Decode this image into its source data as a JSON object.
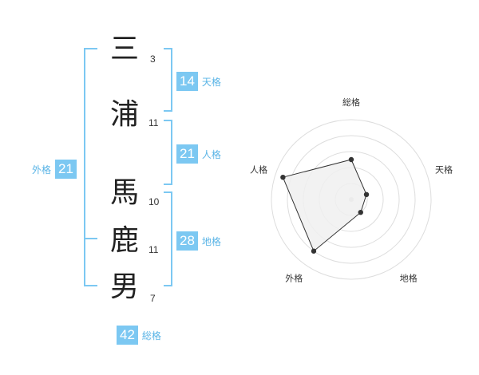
{
  "name_chars": [
    {
      "char": "三",
      "strokes": "3"
    },
    {
      "char": "浦",
      "strokes": "11"
    },
    {
      "char": "馬",
      "strokes": "10"
    },
    {
      "char": "鹿",
      "strokes": "11"
    },
    {
      "char": "男",
      "strokes": "7"
    }
  ],
  "kaku": {
    "tenkaku": {
      "value": "14",
      "label": "天格"
    },
    "jinkaku": {
      "value": "21",
      "label": "人格"
    },
    "chikaku": {
      "value": "28",
      "label": "地格"
    },
    "gaikaku": {
      "value": "21",
      "label": "外格"
    },
    "soukaku": {
      "value": "42",
      "label": "総格"
    }
  },
  "radar": {
    "axes": [
      "総格",
      "天格",
      "地格",
      "外格",
      "人格"
    ],
    "values": [
      2.5,
      1,
      1,
      4,
      4.5
    ],
    "max": 5,
    "rings": 5,
    "colors": {
      "ring": "#dddddd",
      "fill": "#f0f0f0",
      "stroke": "#333333",
      "point": "#333333",
      "center": "#cccccc"
    }
  }
}
